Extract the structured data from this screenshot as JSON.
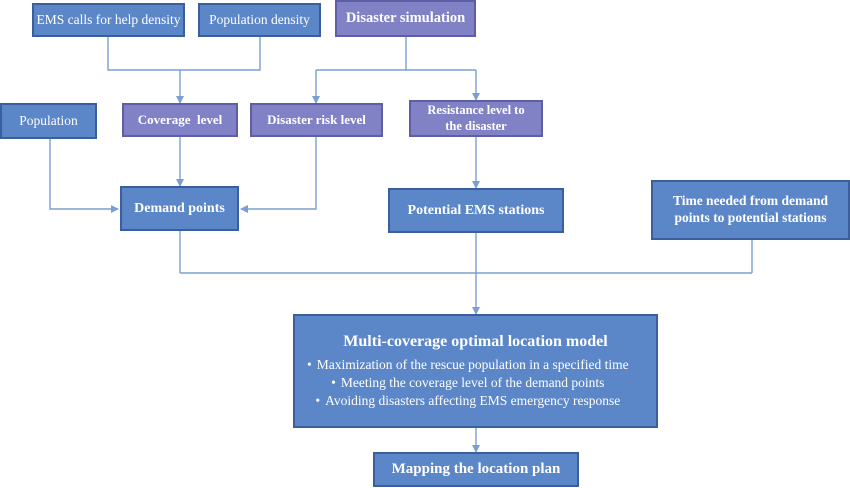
{
  "boxes": {
    "ems_calls": "EMS calls for help density",
    "population_density": "Population density",
    "disaster_simulation": "Disaster simulation",
    "population": "Population",
    "coverage_level": "Coverage  level",
    "disaster_risk": "Disaster risk level",
    "resistance_line1": "Resistance level to",
    "resistance_line2": "the disaster",
    "demand_points": "Demand points",
    "potential_ems": "Potential EMS stations",
    "time_needed_line1": "Time needed from demand",
    "time_needed_line2": "points to potential stations",
    "mapping": "Mapping the location plan"
  },
  "model": {
    "title": "Multi-coverage optimal location model",
    "bullets": [
      "Maximization of the rescue population in a specified time",
      "Meeting the coverage level of the demand points",
      "Avoiding disasters affecting EMS emergency response"
    ]
  },
  "colors": {
    "blue_box": "#5b86c8",
    "purple_box": "#8181c6",
    "connector": "#7b9fd4"
  }
}
